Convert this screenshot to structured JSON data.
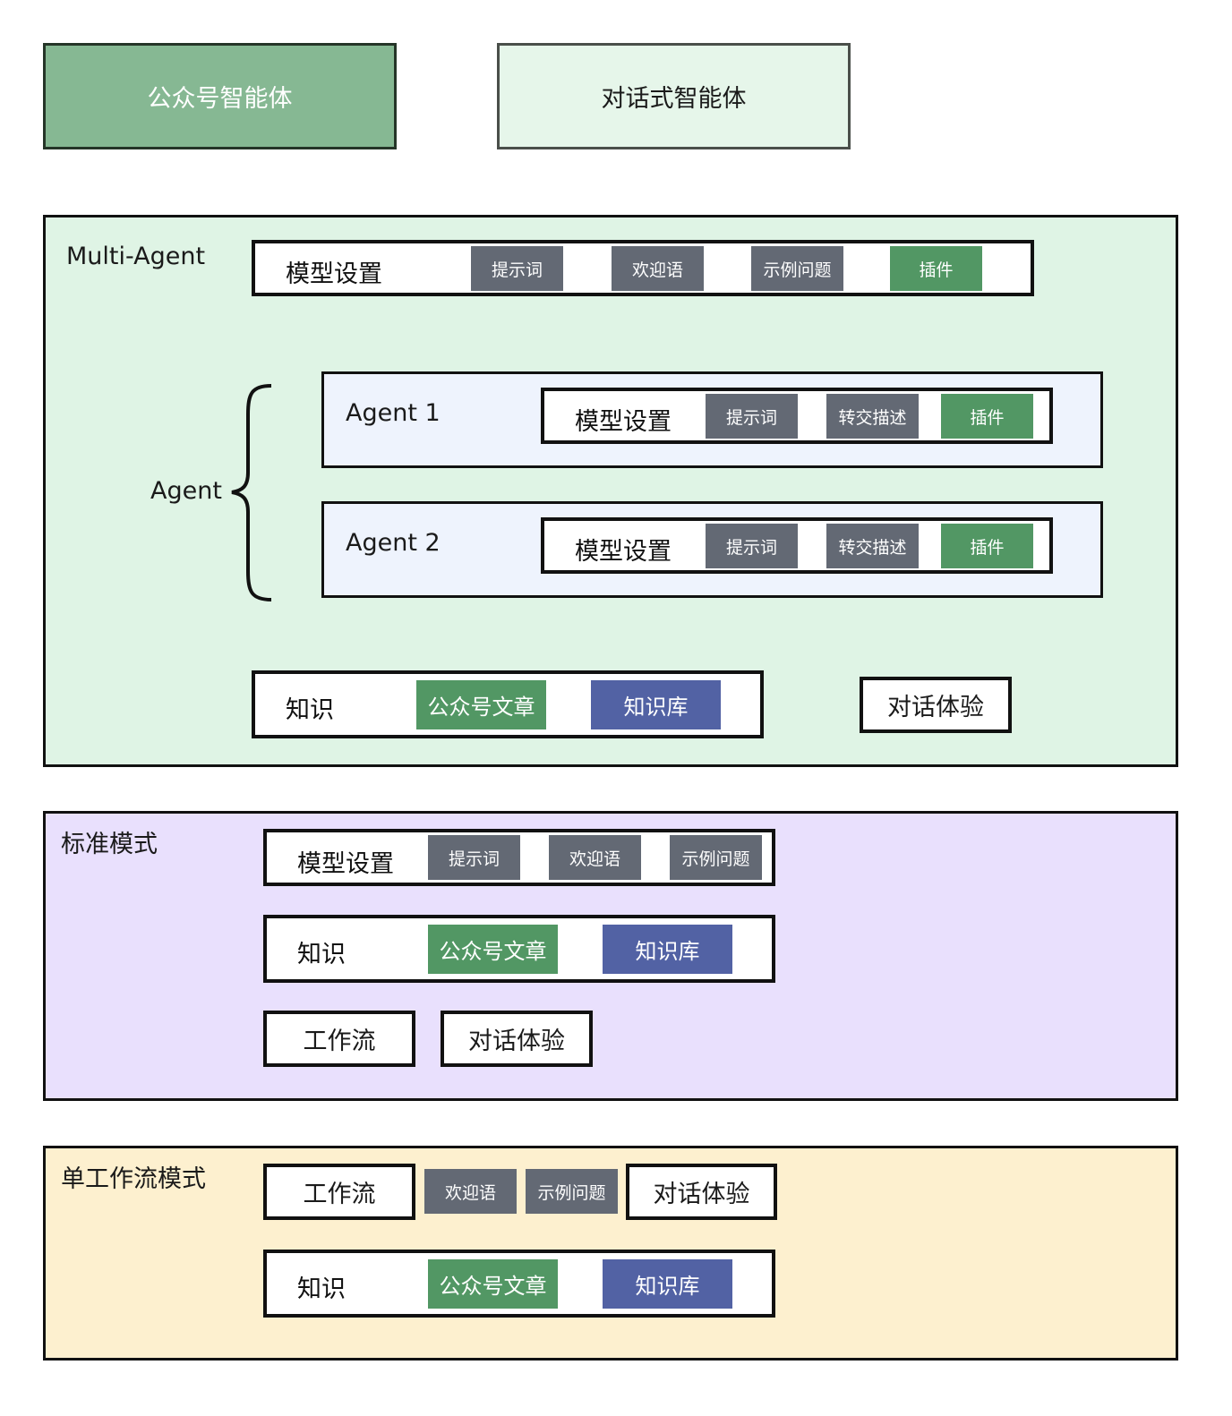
{
  "header": {
    "primary_card": "公众号智能体",
    "secondary_card": "对话式智能体"
  },
  "colors": {
    "primary_card_bg": "#86b893",
    "secondary_card_bg": "#e6f6ea",
    "multi_panel_bg": "#dff4e5",
    "standard_panel_bg": "#e9e0fd",
    "workflow_panel_bg": "#fdf0cf",
    "agent_box_bg": "#eef3fd",
    "chip_gray": "#636974",
    "chip_green": "#529764",
    "chip_blue": "#5262a4"
  },
  "multi_agent": {
    "title": "Multi-Agent",
    "model_settings": {
      "label": "模型设置",
      "chips": [
        "提示词",
        "欢迎语",
        "示例问题",
        "插件"
      ]
    },
    "agent_group_label": "Agent",
    "agents": [
      {
        "name": "Agent 1",
        "label": "模型设置",
        "chips": [
          "提示词",
          "转交描述",
          "插件"
        ]
      },
      {
        "name": "Agent 2",
        "label": "模型设置",
        "chips": [
          "提示词",
          "转交描述",
          "插件"
        ]
      }
    ],
    "knowledge": {
      "label": "知识",
      "chips": [
        "公众号文章",
        "知识库"
      ]
    },
    "chat_experience": "对话体验"
  },
  "standard_mode": {
    "title": "标准模式",
    "model_settings": {
      "label": "模型设置",
      "chips": [
        "提示词",
        "欢迎语",
        "示例问题"
      ]
    },
    "knowledge": {
      "label": "知识",
      "chips": [
        "公众号文章",
        "知识库"
      ]
    },
    "workflow": "工作流",
    "chat_experience": "对话体验"
  },
  "single_workflow_mode": {
    "title": "单工作流模式",
    "workflow": "工作流",
    "chips": [
      "欢迎语",
      "示例问题"
    ],
    "chat_experience": "对话体验",
    "knowledge": {
      "label": "知识",
      "chips": [
        "公众号文章",
        "知识库"
      ]
    }
  }
}
